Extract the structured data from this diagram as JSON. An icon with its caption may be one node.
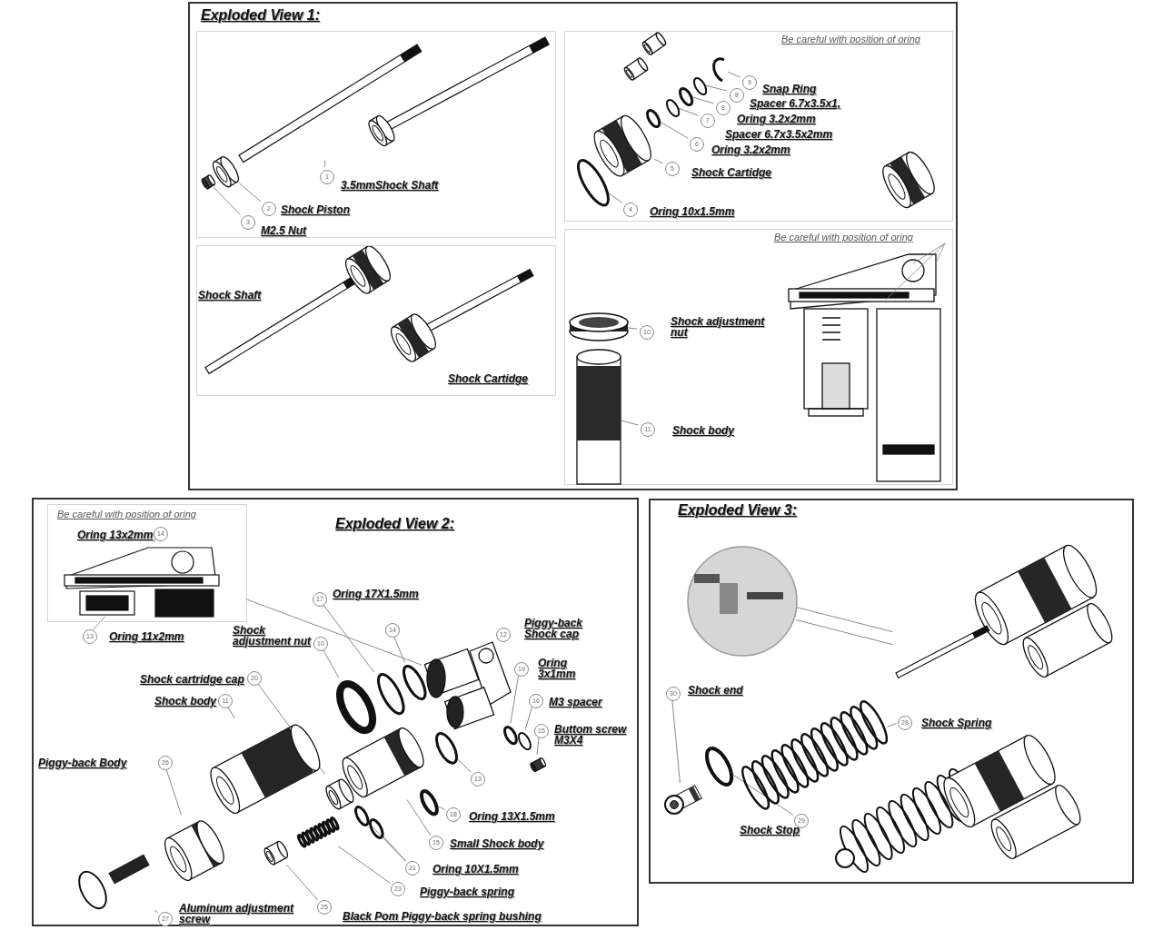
{
  "diagram": {
    "nodes": [
      {
        "text": [
          "Exploded View 1:"
        ]
      },
      {
        "text": [],
        "shape": "box",
        "in": 0
      },
      {
        "text": [
          "Be careful  with position of oring"
        ],
        "in": 0
      },
      {
        "text": [],
        "shape": "box",
        "in": 0
      },
      {
        "text": [
          "Be careful  with position of oring"
        ],
        "in": 0
      },
      {
        "text": [
          "Exploded View 2:"
        ]
      },
      {
        "text": [
          "Be careful  with position of oring"
        ],
        "in": 5
      },
      {
        "text": [
          "Exploded View 3:"
        ]
      },
      {
        "text": [
          "1"
        ],
        "beside": [
          "3.5mmShock Shaft"
        ],
        "in": 1
      },
      {
        "text": [
          "2"
        ],
        "beside": [
          "Shock Piston"
        ],
        "in": 1
      },
      {
        "text": [
          "3"
        ],
        "beside": [
          "M2.5 Nut"
        ],
        "in": 1
      },
      {
        "text": [
          "9"
        ],
        "beside": [
          "Snap Ring"
        ],
        "in": 2
      },
      {
        "text": [
          "8"
        ],
        "beside": [
          "Spacer 6.7x3.5x1,"
        ],
        "in": 2
      },
      {
        "text": [
          "8"
        ],
        "beside": [
          "Oring 3.2x2mm"
        ],
        "in": 2
      },
      {
        "text": [
          "7"
        ],
        "beside": [
          "Spacer 6.7x3.5x2mm"
        ],
        "in": 2
      },
      {
        "text": [
          "6"
        ],
        "beside": [
          "Oring 3.2x2mm"
        ],
        "in": 2
      },
      {
        "text": [
          "5"
        ],
        "beside": [
          "Shock Cartidge"
        ],
        "in": 2
      },
      {
        "text": [
          "4"
        ],
        "beside": [
          "Oring 10x1.5mm"
        ],
        "in": 2
      },
      {
        "text": [
          "10"
        ],
        "beside": [
          "Shock adjustment  nut"
        ],
        "in": 4
      },
      {
        "text": [
          "11"
        ],
        "beside": [
          "Shock body"
        ],
        "in": 4
      },
      {
        "text": [
          "14"
        ],
        "beside": [
          "Oring 13x2mm"
        ],
        "in": 6
      },
      {
        "text": [
          "13"
        ],
        "beside": [
          "Oring 11x2mm"
        ],
        "in": 5
      },
      {
        "text": [
          "17"
        ],
        "beside": [
          "Oring 17X1.5mm"
        ],
        "in": 5
      },
      {
        "text": [
          "14"
        ],
        "in": 5
      },
      {
        "text": [
          "10"
        ],
        "beside": [
          "Shock adjustment nut"
        ],
        "in": 5
      },
      {
        "text": [
          "20"
        ],
        "beside": [
          "Shock cartridge cap"
        ],
        "in": 5
      },
      {
        "text": [
          "11"
        ],
        "beside": [
          "Shock body"
        ],
        "in": 5
      },
      {
        "text": [
          "26"
        ],
        "beside": [
          "Piggy-back Body"
        ],
        "in": 5
      },
      {
        "text": [
          "12"
        ],
        "beside": [
          "Piggy-back Shock cap"
        ],
        "in": 5
      },
      {
        "text": [
          "19"
        ],
        "beside": [
          "Oring 3x1mm"
        ],
        "in": 5
      },
      {
        "text": [
          "16"
        ],
        "beside": [
          "M3 spacer"
        ],
        "in": 5
      },
      {
        "text": [
          "15"
        ],
        "beside": [
          "Buttom screw M3X4"
        ],
        "in": 5
      },
      {
        "text": [
          "13"
        ],
        "in": 5
      },
      {
        "text": [
          "18"
        ],
        "beside": [
          "Oring 13X1.5mm"
        ],
        "in": 5
      },
      {
        "text": [
          "15"
        ],
        "beside": [
          "Small Shock body"
        ],
        "in": 5
      },
      {
        "text": [
          "21"
        ],
        "beside": [
          "Oring 10X1.5mm"
        ],
        "in": 5
      },
      {
        "text": [
          "23"
        ],
        "beside": [
          "Piggy-back spring"
        ],
        "in": 5
      },
      {
        "text": [
          "25"
        ],
        "beside": [
          "Black Pom Piggy-back spring bushing"
        ],
        "in": 5
      },
      {
        "text": [
          "27"
        ],
        "beside": [
          "Aluminum adjustment  screw"
        ],
        "in": 5
      },
      {
        "text": [
          "30"
        ],
        "beside": [
          "Shock end"
        ],
        "in": 7
      },
      {
        "text": [
          "28"
        ],
        "beside": [
          "Shock Spring"
        ],
        "in": 7
      },
      {
        "text": [
          "29"
        ],
        "beside": [
          "Shock Stop"
        ],
        "in": 7
      },
      {
        "text": [],
        "shape": "picture",
        "in": 1
      },
      {
        "text": [],
        "shape": "picture",
        "in": 1
      },
      {
        "text": [],
        "shape": "picture",
        "in": 1
      },
      {
        "text": [],
        "shape": "circle",
        "in": 2
      },
      {
        "text": [],
        "shape": "circle",
        "in": 2
      },
      {
        "text": [],
        "shape": "circle",
        "in": 2
      },
      {
        "text": [],
        "shape": "circle",
        "in": 2
      },
      {
        "text": [],
        "shape": "circle",
        "in": 2
      },
      {
        "text": [],
        "shape": "picture",
        "in": 2
      },
      {
        "text": [],
        "shape": "circle",
        "in": 2
      },
      {
        "text": [],
        "shape": "picture",
        "in": 4
      },
      {
        "text": [],
        "shape": "picture",
        "in": 4
      },
      {
        "text": [],
        "shape": "picture",
        "in": 6
      },
      {
        "text": [],
        "shape": "circle",
        "in": 5
      },
      {
        "text": [],
        "shape": "circle",
        "in": 5
      },
      {
        "text": [],
        "shape": "circle",
        "in": 5
      },
      {
        "text": [],
        "shape": "picture",
        "in": 5
      },
      {
        "text": [],
        "shape": "picture",
        "in": 5
      },
      {
        "text": [],
        "shape": "picture",
        "in": 5
      },
      {
        "text": [],
        "shape": "picture",
        "in": 5
      },
      {
        "text": [],
        "shape": "circle",
        "in": 5
      },
      {
        "text": [],
        "shape": "circle",
        "in": 5
      },
      {
        "text": [],
        "shape": "picture",
        "in": 5
      },
      {
        "text": [],
        "shape": "circle",
        "in": 5
      },
      {
        "text": [],
        "shape": "circle",
        "in": 5
      },
      {
        "text": [],
        "shape": "picture",
        "in": 5
      },
      {
        "text": [],
        "shape": "circle",
        "in": 5
      },
      {
        "text": [],
        "shape": "circle",
        "in": 5
      },
      {
        "text": [],
        "shape": "picture",
        "in": 5
      },
      {
        "text": [],
        "shape": "picture",
        "in": 5
      },
      {
        "text": [],
        "shape": "picture",
        "in": 5
      },
      {
        "text": [],
        "shape": "picture",
        "in": 7
      },
      {
        "text": [],
        "shape": "picture",
        "in": 7
      },
      {
        "text": [],
        "shape": "circle",
        "in": 7
      },
      {
        "text": [],
        "shape": "picture",
        "in": 7
      },
      {
        "text": [],
        "shape": "picture",
        "in": 7
      }
    ],
    "edges": [
      {
        "from": 8,
        "to": 42,
        "arrow": "none"
      },
      {
        "from": 9,
        "to": 43,
        "arrow": "none"
      },
      {
        "from": 10,
        "to": 44,
        "arrow": "none"
      },
      {
        "from": 11,
        "to": 45,
        "arrow": "none"
      },
      {
        "from": 12,
        "to": 46,
        "arrow": "none"
      },
      {
        "from": 13,
        "to": 47,
        "arrow": "none"
      },
      {
        "from": 14,
        "to": 48,
        "arrow": "none"
      },
      {
        "from": 15,
        "to": 49,
        "arrow": "none"
      },
      {
        "from": 16,
        "to": 50,
        "arrow": "none"
      },
      {
        "from": 17,
        "to": 51,
        "arrow": "none"
      },
      {
        "from": 18,
        "to": 52,
        "arrow": "none"
      },
      {
        "from": 19,
        "to": 53,
        "arrow": "none"
      },
      {
        "from": 20,
        "to": 54,
        "arrow": "none"
      },
      {
        "from": 21,
        "to": 54,
        "arrow": "none"
      },
      {
        "from": 22,
        "to": 55,
        "arrow": "none"
      },
      {
        "from": 23,
        "to": 56,
        "arrow": "none"
      },
      {
        "from": 24,
        "to": 57,
        "arrow": "none"
      },
      {
        "from": 25,
        "to": 58,
        "arrow": "none"
      },
      {
        "from": 26,
        "to": 59,
        "arrow": "none"
      },
      {
        "from": 27,
        "to": 60,
        "arrow": "none"
      },
      {
        "from": 28,
        "to": 61,
        "arrow": "none"
      },
      {
        "from": 29,
        "to": 62,
        "arrow": "none"
      },
      {
        "from": 30,
        "to": 63,
        "arrow": "none"
      },
      {
        "from": 31,
        "to": 64,
        "arrow": "none"
      },
      {
        "from": 32,
        "to": 65,
        "arrow": "none"
      },
      {
        "from": 33,
        "to": 66,
        "arrow": "none"
      },
      {
        "from": 34,
        "to": 67,
        "arrow": "none"
      },
      {
        "from": 35,
        "to": 68,
        "arrow": "none"
      },
      {
        "from": 36,
        "to": 70,
        "arrow": "none"
      },
      {
        "from": 37,
        "to": 71,
        "arrow": "none"
      },
      {
        "from": 38,
        "to": 72,
        "arrow": "none"
      },
      {
        "from": 39,
        "to": 73,
        "arrow": "none"
      },
      {
        "from": 40,
        "to": 74,
        "arrow": "none"
      },
      {
        "from": 41,
        "to": 75,
        "arrow": "none"
      },
      {
        "from": 35,
        "to": 69,
        "arrow": "none"
      },
      {
        "from": 76,
        "to": 77,
        "arrow": "none"
      },
      {
        "from": 76,
        "to": 77,
        "arrow": "none"
      },
      {
        "from": 6,
        "to": 61,
        "arrow": "none"
      }
    ],
    "labels": [
      "Shock Shaft",
      "Shock Cartidge"
    ]
  }
}
